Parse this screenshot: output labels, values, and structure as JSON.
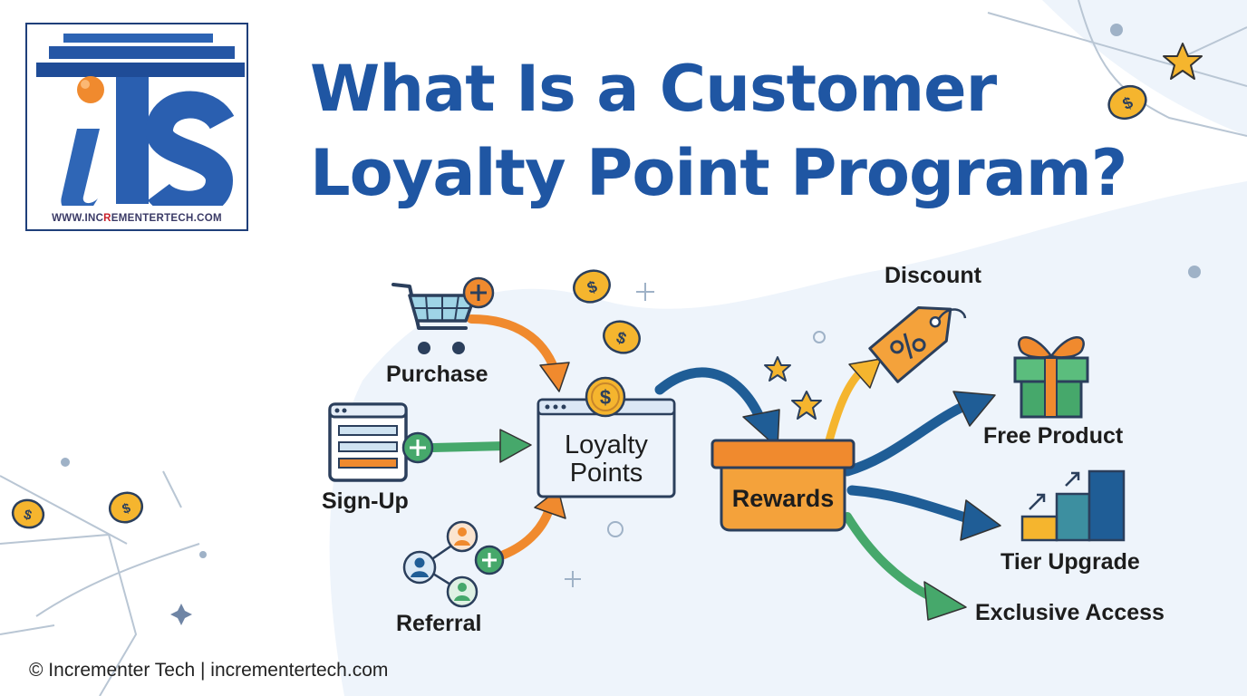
{
  "header": {
    "title_line1": "What Is a Customer",
    "title_line2": "Loyalty Point Program?"
  },
  "logo": {
    "letters": "iTS",
    "url_prefix": "WWW.INC",
    "url_accent": "R",
    "url_suffix": "EMENTERTECH.COM"
  },
  "diagram": {
    "sources": [
      {
        "label": "Purchase",
        "icon": "shopping-cart-plus-icon"
      },
      {
        "label": "Sign-Up",
        "icon": "signup-form-icon"
      },
      {
        "label": "Referral",
        "icon": "referral-network-icon"
      }
    ],
    "hub": {
      "line1": "Loyalty",
      "line2": "Points",
      "icon": "dollar-coin-icon"
    },
    "rewards": {
      "label": "Rewards",
      "icon": "rewards-box-icon"
    },
    "outcomes": [
      {
        "label": "Discount",
        "icon": "discount-tag-icon"
      },
      {
        "label": "Free Product",
        "icon": "gift-box-icon"
      },
      {
        "label": "Tier Upgrade",
        "icon": "bar-chart-upgrade-icon"
      },
      {
        "label": "Exclusive Access",
        "icon": "arrow-icon"
      }
    ]
  },
  "colors": {
    "title_blue": "#1f56a3",
    "arrow_orange": "#f08a2e",
    "arrow_green": "#46a86b",
    "arrow_blue": "#1f5d96",
    "coin_gold": "#f5b52e",
    "rewards_orange": "#f4a23b"
  },
  "footer": {
    "text": "© Incrementer Tech | incrementertech.com"
  }
}
